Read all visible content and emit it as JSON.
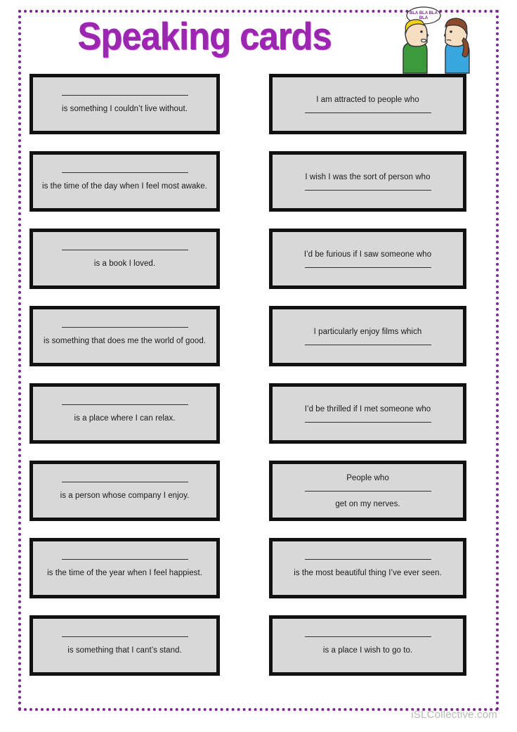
{
  "header": {
    "title": "Speaking cards",
    "title_color": "#9B26B0",
    "clipart": {
      "name": "two-people-talking",
      "speech_bubble_line1": "BLA BLA BLA",
      "speech_bubble_line2": "BLA",
      "boy_hair_color": "#F2D11B",
      "boy_shirt_color": "#3C9A3C",
      "girl_hair_color": "#8B4A2B",
      "girl_shirt_color": "#3AA8E0"
    }
  },
  "page": {
    "border_color": "#7B2A8C",
    "card_fill": "#d8d8d8",
    "card_border": "#111111"
  },
  "left_column": [
    {
      "layout": "line-first",
      "line_before": true,
      "text": "is something I couldn’t live without.",
      "text_after": ""
    },
    {
      "layout": "line-first",
      "line_before": true,
      "text": "is the time of the day when I feel most awake.",
      "text_after": ""
    },
    {
      "layout": "line-first",
      "line_before": true,
      "text": "is a book I loved.",
      "text_after": ""
    },
    {
      "layout": "line-first",
      "line_before": true,
      "text": "is something that does me the world of good.",
      "text_after": ""
    },
    {
      "layout": "line-first",
      "line_before": true,
      "text": "is a place where I can relax.",
      "text_after": ""
    },
    {
      "layout": "line-first",
      "line_before": true,
      "text": "is a person whose company I enjoy.",
      "text_after": ""
    },
    {
      "layout": "line-first",
      "line_before": true,
      "text": "is the time of the year when I feel happiest.",
      "text_after": ""
    },
    {
      "layout": "line-first",
      "line_before": true,
      "text": "is something that I cant’s stand.",
      "text_after": ""
    }
  ],
  "right_column": [
    {
      "layout": "text-first",
      "text": "I am attracted to people who",
      "text_after": ""
    },
    {
      "layout": "text-first",
      "text": "I wish I was the sort of person who",
      "text_after": ""
    },
    {
      "layout": "text-first",
      "text": "I’d be furious if I saw someone who",
      "text_after": ""
    },
    {
      "layout": "text-first",
      "text": "I particularly enjoy films which",
      "text_after": ""
    },
    {
      "layout": "text-first",
      "text": "I’d be thrilled if I met someone who",
      "text_after": ""
    },
    {
      "layout": "sandwich",
      "text": "People who",
      "text_after": "get on my nerves."
    },
    {
      "layout": "line-first",
      "text": "is the most beautiful thing I’ve ever seen.",
      "text_after": ""
    },
    {
      "layout": "line-first",
      "text": "is a place I wish to go to.",
      "text_after": ""
    }
  ],
  "footer": {
    "watermark": "iSLCollective.com"
  }
}
